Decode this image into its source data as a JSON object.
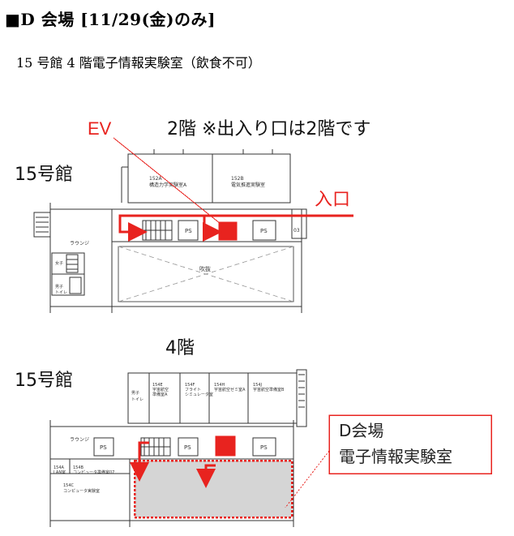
{
  "heading": "■D 会場 [11/29(金)のみ]",
  "subheading": "15 号館 4 階電子情報実験室（飲食不可）",
  "floor2": {
    "ev_label": "EV",
    "floor_note": "2階 ※出入り口は2階です",
    "building_label": "15号館",
    "entrance_label": "入口",
    "rooms": {
      "r152a_num": "152A",
      "r152a_name": "構造力学実験室A",
      "r152b_num": "152B",
      "r152b_name": "電気推進実験室",
      "lounge": "ラウンジ",
      "ps_left": "PS",
      "ps_right": "PS",
      "atrium": "吹抜",
      "mens_wc": "男子\nトイレ",
      "womens_wc": "女子"
    }
  },
  "floor4": {
    "floor_label": "4階",
    "building_label": "15号館",
    "venue_label_line1": "D会場",
    "venue_label_line2": "電子情報実験室",
    "rooms": {
      "mens_wc": "男子\nトイレ",
      "r154e_num": "154E",
      "r154e_name": "宇宙航空\n準備室A",
      "r154f_num": "154F",
      "r154f_name": "フライト\nシミュレータ室",
      "r154h_num": "154H",
      "r154h_name": "宇宙航空ゼミ室A",
      "r154j_num": "154J",
      "r154j_name": "宇宙航空準備室B",
      "lounge": "ラウンジ",
      "ps_1": "PS",
      "ps_2": "PS",
      "ps_3": "PS",
      "r154a_num": "154A",
      "r154a_name": "LAN室",
      "r154b_num": "154B",
      "r154b_name": "コンピュータ準備室07",
      "r154c_num": "154C",
      "r154c_name": "コンピュータ実験室"
    }
  },
  "colors": {
    "accent_red": "#e8231f",
    "highlight_gray": "#d5d5d5",
    "line": "#333333"
  }
}
